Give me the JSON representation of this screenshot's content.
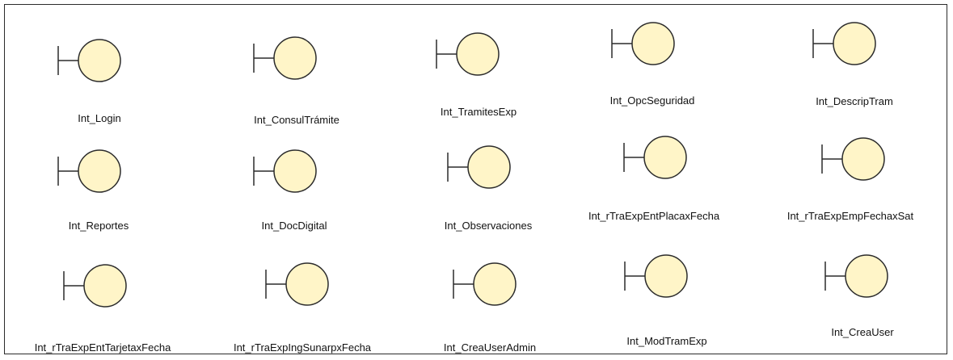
{
  "colors": {
    "fill": "#FFF5C8",
    "stroke": "#2b2b2b"
  },
  "icon": "boundary-class-icon",
  "elements": [
    "Int_Login",
    "Int_ConsulTrámite",
    "Int_TramitesExp",
    "Int_OpcSeguridad",
    "Int_DescripTram",
    "Int_Reportes",
    "Int_DocDigital",
    "Int_Observaciones",
    "Int_rTraExpEntPlacaxFecha",
    "Int_rTraExpEmpFechaxSat",
    "Int_rTraExpEntTarjetaxFecha",
    "Int_rTraExpIngSunarpxFecha",
    "Int_CreaUserAdmin",
    "Int_ModTramExp",
    "Int_CreaUser"
  ]
}
